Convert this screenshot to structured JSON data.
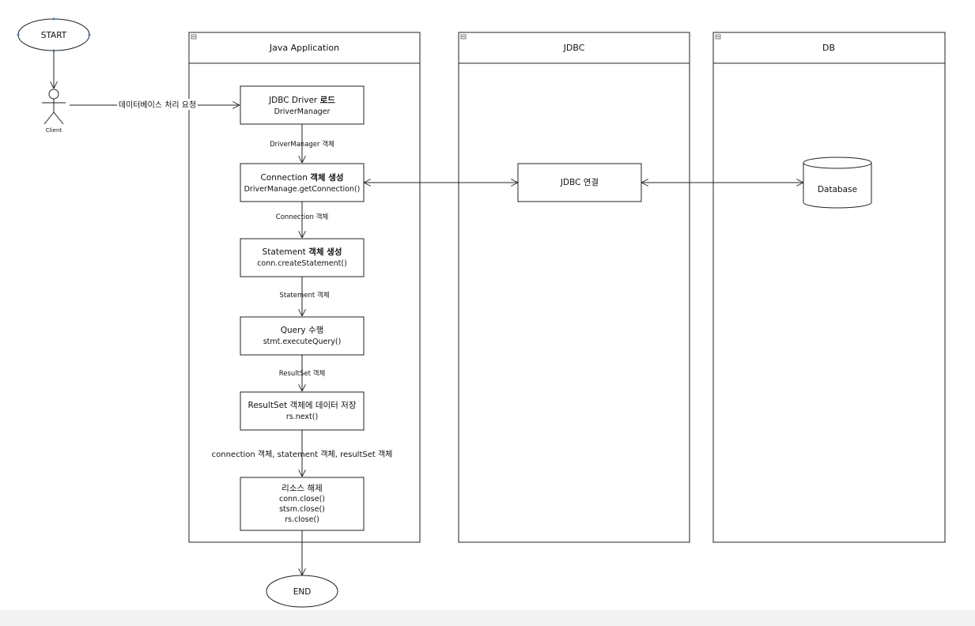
{
  "start_label": "START",
  "end_label": "END",
  "actor": {
    "label": "Client",
    "request_label": "데이터베이스 처리 요청"
  },
  "lanes": [
    {
      "title": "Java Application"
    },
    {
      "title": "JDBC"
    },
    {
      "title": "DB"
    }
  ],
  "steps": [
    {
      "title": "JDBC Driver",
      "title_bold": "로드",
      "lines": [
        "DriverManager"
      ]
    },
    {
      "title": "Connection",
      "title_bold": "객체 생성",
      "lines": [
        "DriverManage.getConnection()"
      ]
    },
    {
      "title": "Statement",
      "title_bold": "객체 생성",
      "lines": [
        "conn.createStatement()"
      ]
    },
    {
      "title": "Query 수행",
      "title_bold": "",
      "lines": [
        "stmt.executeQuery()"
      ]
    },
    {
      "title": "ResultSet 객체에 데이터 저장",
      "title_bold": "",
      "lines": [
        "rs.next()"
      ]
    },
    {
      "title": "리소스 해제",
      "title_bold": "",
      "lines": [
        "conn.close()",
        "stsm.close()",
        "rs.close()"
      ]
    }
  ],
  "edges": [
    "DriverManager 객체",
    "Connection 객체",
    "Statement 객체",
    "ResultSet 객체",
    "connection 객체, statement 객체, resultSet 객체"
  ],
  "jdbc_box": "JDBC 연결",
  "db_label": "Database",
  "colors": {
    "stroke": "#222222",
    "start_outline": "#3b7fc4",
    "background": "#ffffff"
  }
}
